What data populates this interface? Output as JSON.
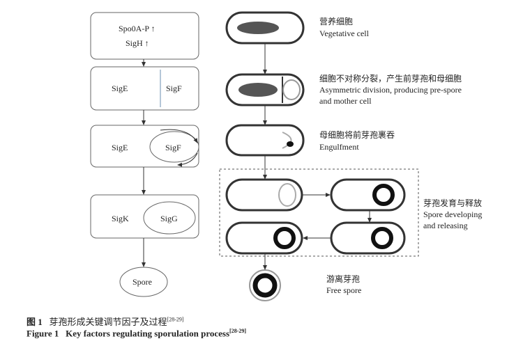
{
  "left_flow": {
    "box1": {
      "line1": "Spo0A-P ↑",
      "line2": "SigH ↑"
    },
    "box2": {
      "left": "SigE",
      "right": "SigF"
    },
    "box3": {
      "left": "SigE",
      "right": "SigF"
    },
    "box4": {
      "left": "SigK",
      "right": "SigG"
    },
    "final": "Spore"
  },
  "right_flow": {
    "stage1": {
      "zh": "营养细胞",
      "en": "Vegetative cell"
    },
    "stage2": {
      "zh": "细胞不对称分裂，产生前芽孢和母细胞",
      "en1": "Asymmetric division, producing pre-spore",
      "en2": "and mother cell"
    },
    "stage3": {
      "zh": "母细胞将前芽孢裹吞",
      "en": "Engulfment"
    },
    "stage4": {
      "zh": "芽孢发育与释放",
      "en1": "Spore developing",
      "en2": "and releasing"
    },
    "stage5": {
      "zh": "游离芽孢",
      "en": "Free spore"
    }
  },
  "caption": {
    "zh_label": "图 1",
    "zh_text": "芽孢形成关键调节因子及过程",
    "ref": "[28-29]",
    "en_label": "Figure 1",
    "en_text": "Key factors regulating sporulation process"
  }
}
